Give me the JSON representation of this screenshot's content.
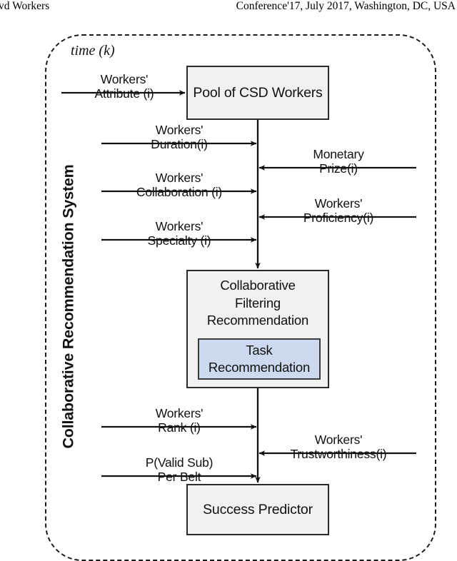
{
  "header": {
    "left": "vd Workers",
    "right": "Conference'17, July 2017, Washington, DC, USA"
  },
  "figure": {
    "system_label": "Collaborative Recommendation System",
    "time_label": "time (k)",
    "boxes": {
      "pool": "Pool of CSD Workers",
      "cf_line1": "Collaborative",
      "cf_line2": "Filtering",
      "cf_line3": "Recommendation",
      "task_line1": "Task",
      "task_line2": "Recommendation",
      "success": "Success Predictor"
    },
    "flows": [
      {
        "line1": "Workers'",
        "line2": "Attribute (i)",
        "direction": "right"
      },
      {
        "line1": "Workers'",
        "line2": "Duration(i)",
        "direction": "right"
      },
      {
        "line1": "Monetary",
        "line2": "Prize(i)",
        "direction": "left"
      },
      {
        "line1": "Workers'",
        "line2": "Collaboration (i)",
        "direction": "right"
      },
      {
        "line1": "Workers'",
        "line2": "Proficiency(i)",
        "direction": "left"
      },
      {
        "line1": "Workers'",
        "line2": "Specialty (i)",
        "direction": "right"
      },
      {
        "line1": "Workers'",
        "line2": "Rank (i)",
        "direction": "right"
      },
      {
        "line1": "Workers'",
        "line2": "Trustworthiness(i)",
        "direction": "left"
      },
      {
        "line1": "P(Valid Sub)",
        "line2": "Per Belt",
        "direction": "right"
      }
    ]
  },
  "colors": {
    "box_fill": "#f1f1f1",
    "task_fill": "#ccd9ee",
    "stroke": "#2b2b2b",
    "text": "#111111"
  }
}
